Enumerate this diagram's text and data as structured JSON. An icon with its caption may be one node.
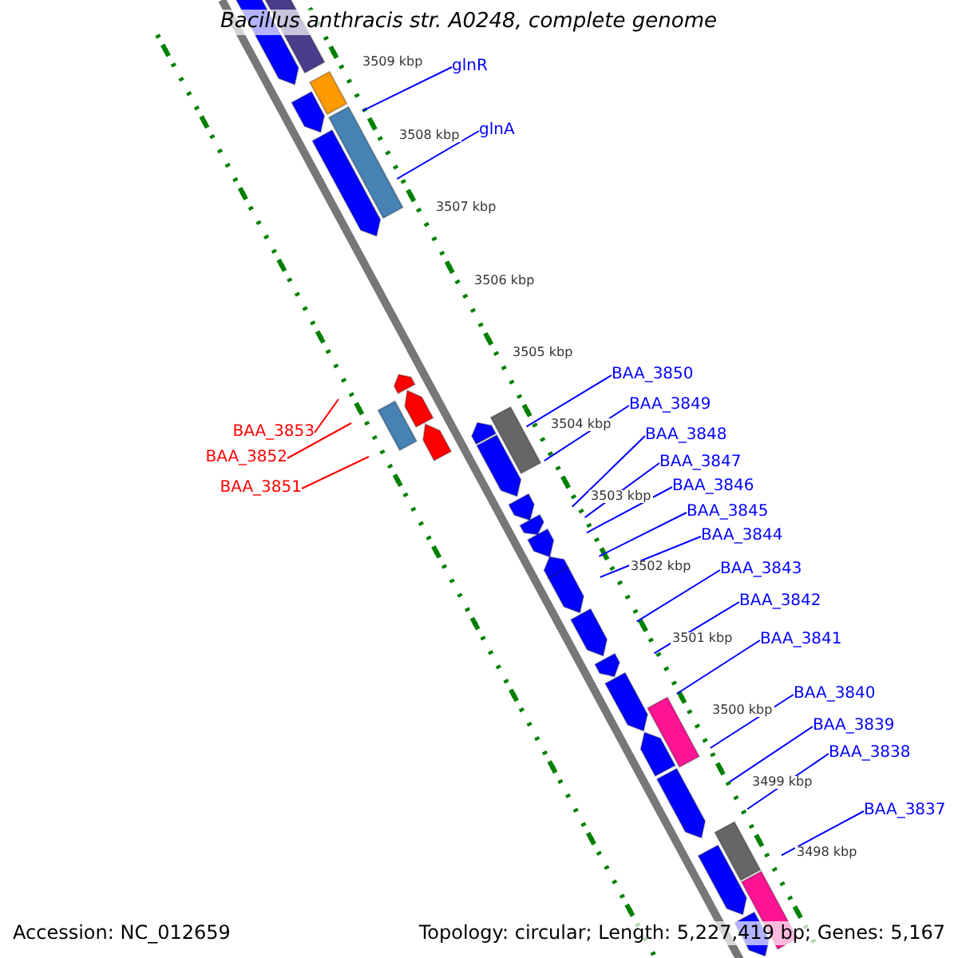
{
  "diagram": {
    "title": "Bacillus anthracis str. A0248, complete genome",
    "nodes": [
      {
        "text": [
          "glnR"
        ]
      },
      {
        "text": [
          "glnA"
        ]
      },
      {
        "text": [
          "BAA_3850"
        ]
      },
      {
        "text": [
          "BAA_3849"
        ]
      },
      {
        "text": [
          "BAA_3848"
        ]
      },
      {
        "text": [
          "BAA_3847"
        ]
      },
      {
        "text": [
          "BAA_3846"
        ]
      },
      {
        "text": [
          "BAA_3845"
        ]
      },
      {
        "text": [
          "BAA_3844"
        ]
      },
      {
        "text": [
          "BAA_3843"
        ]
      },
      {
        "text": [
          "BAA_3842"
        ]
      },
      {
        "text": [
          "BAA_3841"
        ]
      },
      {
        "text": [
          "BAA_3840"
        ]
      },
      {
        "text": [
          "BAA_3839"
        ]
      },
      {
        "text": [
          "BAA_3838"
        ]
      },
      {
        "text": [
          "BAA_3837"
        ]
      },
      {
        "text": [
          "BAA_3853"
        ]
      },
      {
        "text": [
          "BAA_3852"
        ]
      },
      {
        "text": [
          "BAA_3851"
        ]
      }
    ],
    "edges": [
      {
        "from": 0,
        "to": null,
        "arrow": "none"
      },
      {
        "from": 1,
        "to": null,
        "arrow": "none"
      },
      {
        "from": 2,
        "to": null,
        "arrow": "none"
      },
      {
        "from": 3,
        "to": null,
        "arrow": "none"
      },
      {
        "from": 4,
        "to": null,
        "arrow": "none"
      },
      {
        "from": 5,
        "to": null,
        "arrow": "none"
      },
      {
        "from": 6,
        "to": null,
        "arrow": "none"
      },
      {
        "from": 7,
        "to": null,
        "arrow": "none"
      },
      {
        "from": 8,
        "to": null,
        "arrow": "none"
      },
      {
        "from": 9,
        "to": null,
        "arrow": "none"
      },
      {
        "from": 10,
        "to": null,
        "arrow": "none"
      },
      {
        "from": 11,
        "to": null,
        "arrow": "none"
      },
      {
        "from": 12,
        "to": null,
        "arrow": "none"
      },
      {
        "from": 13,
        "to": null,
        "arrow": "none"
      },
      {
        "from": 14,
        "to": null,
        "arrow": "none"
      },
      {
        "from": 15,
        "to": null,
        "arrow": "none"
      },
      {
        "from": 16,
        "to": null,
        "arrow": "none",
        "color": "#ff0000"
      },
      {
        "from": 17,
        "to": null,
        "arrow": "none",
        "color": "#ff0000"
      },
      {
        "from": 18,
        "to": null,
        "arrow": "none",
        "color": "#ff0000"
      }
    ],
    "labels": [
      "3509 kbp",
      "3508 kbp",
      "3507 kbp",
      "3506 kbp",
      "3505 kbp",
      "3504 kbp",
      "3503 kbp",
      "3502 kbp",
      "3501 kbp",
      "3500 kbp",
      "3499 kbp",
      "3498 kbp",
      "Accession: NC_012659",
      "Topology: circular; Length: 5,227,419 bp; Genes: 5,167"
    ]
  }
}
